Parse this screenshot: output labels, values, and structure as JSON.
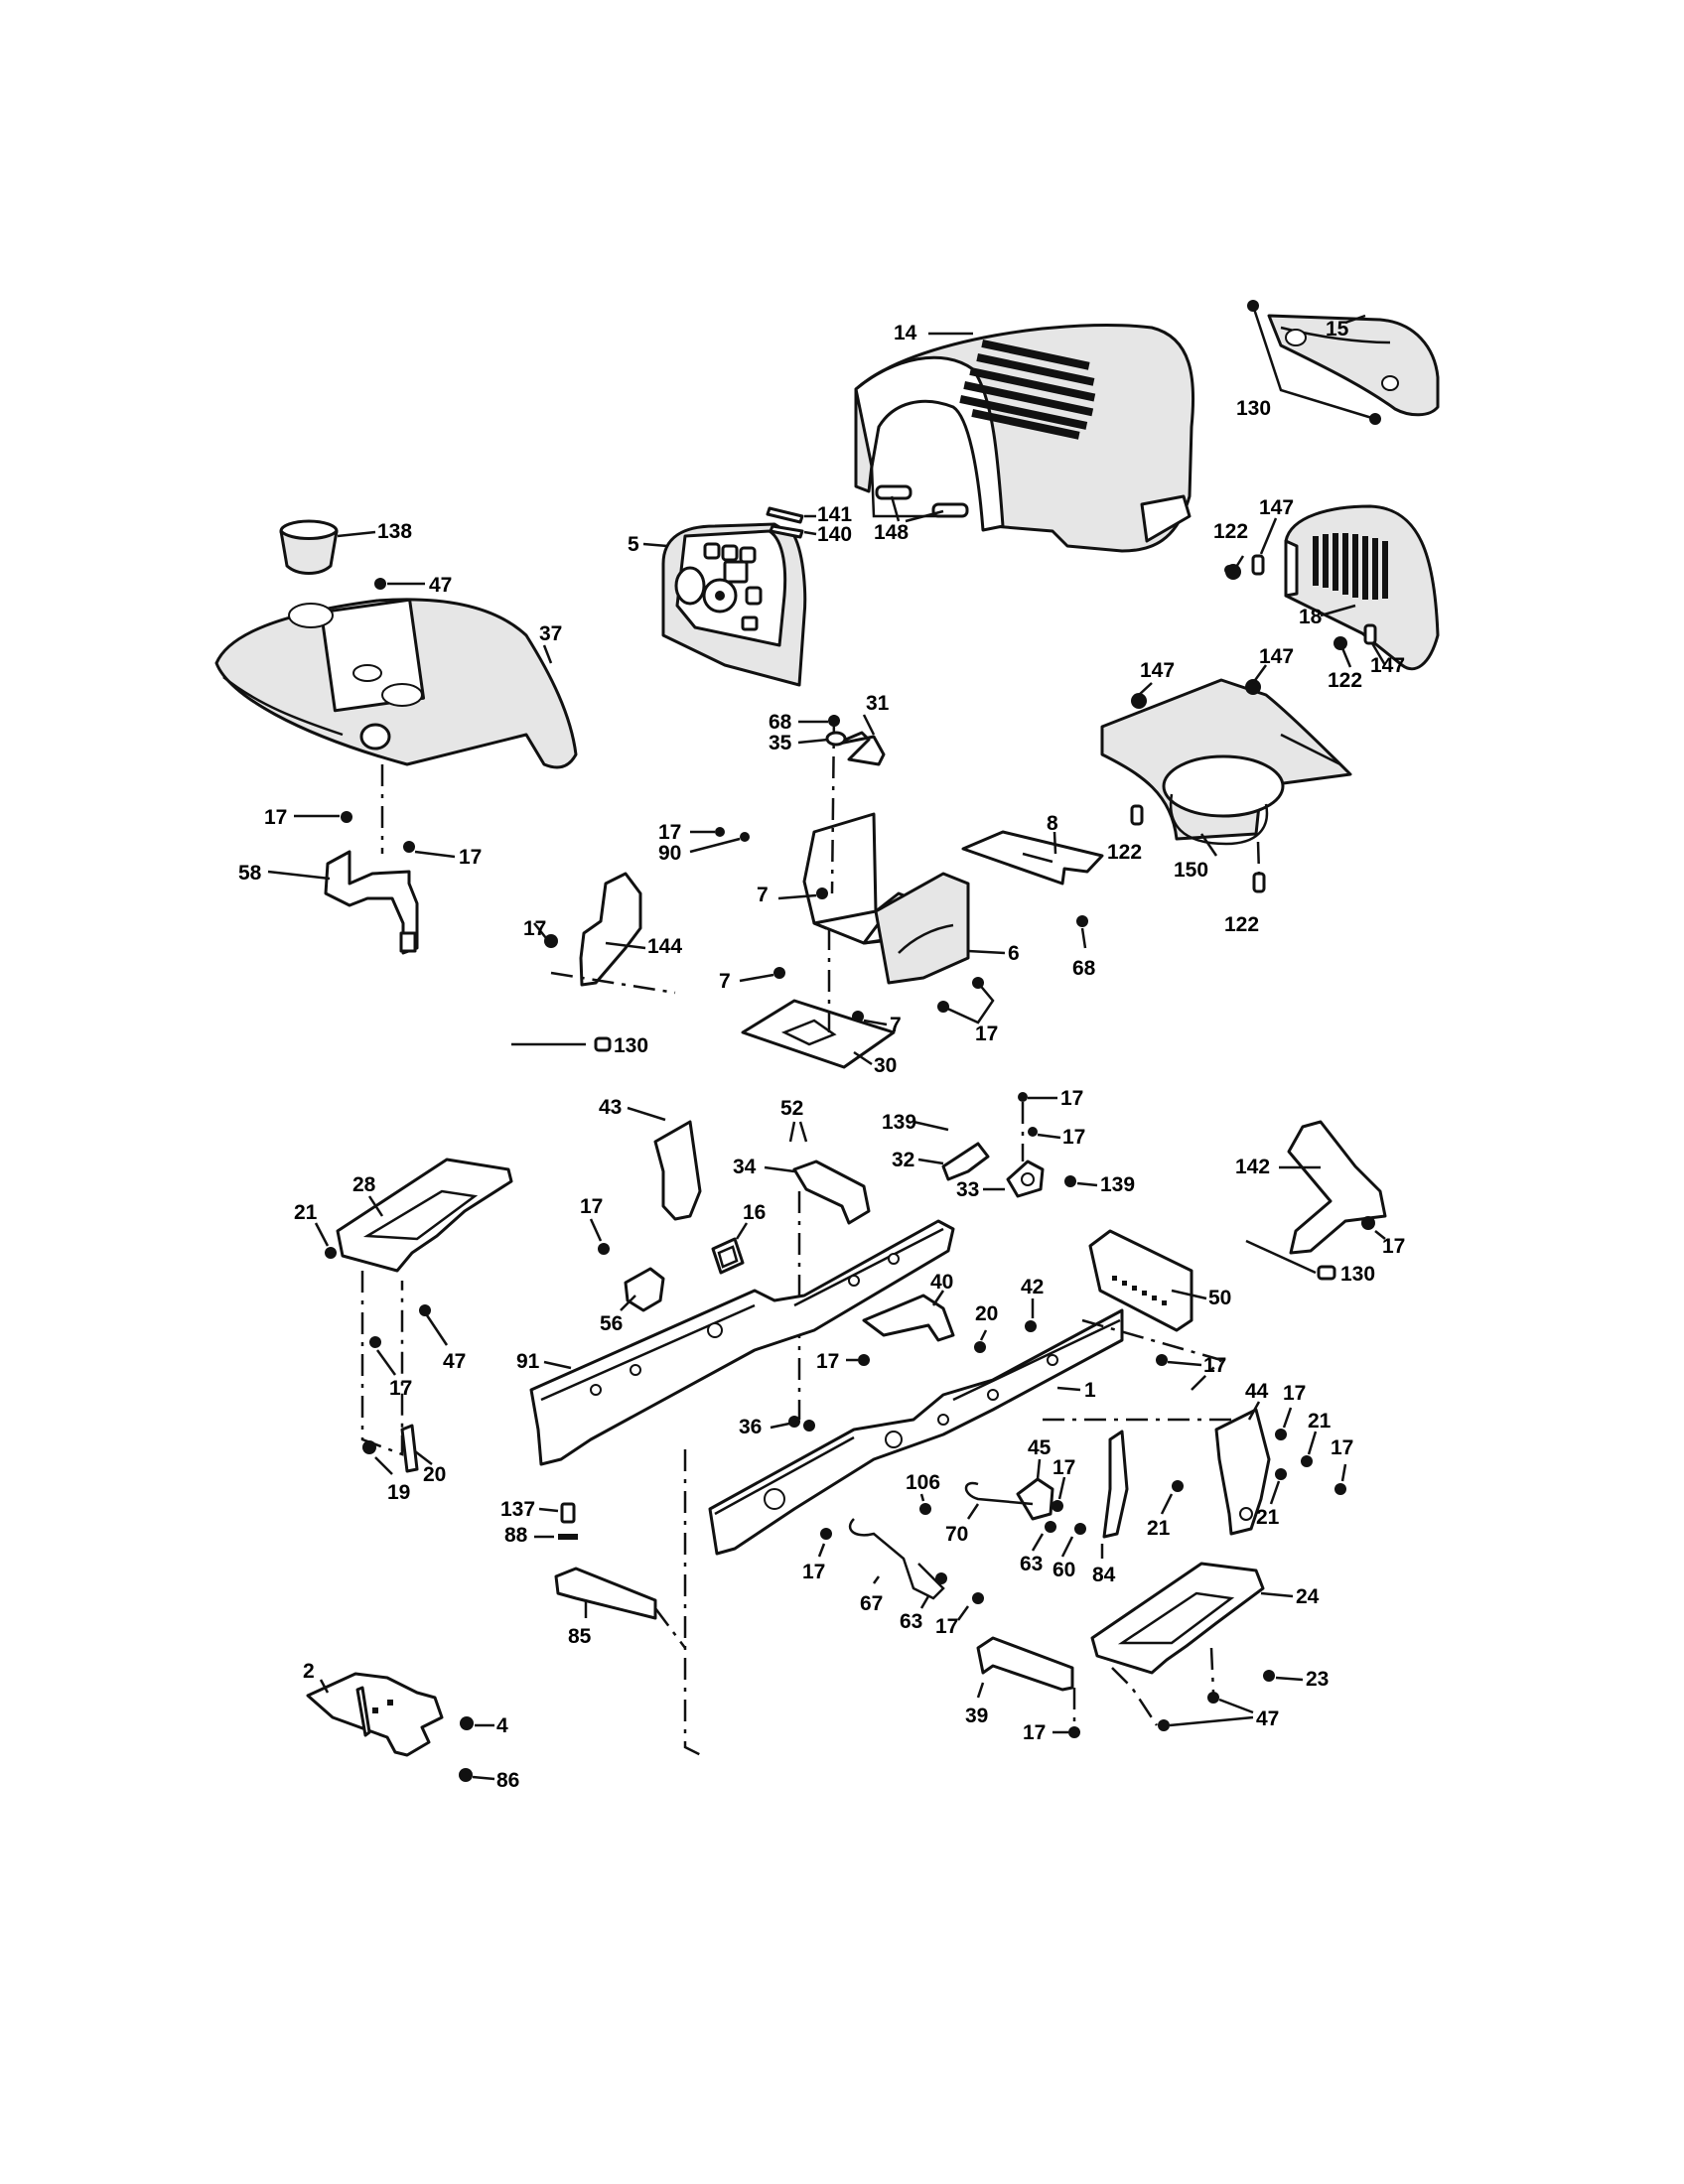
{
  "diagram": {
    "type": "exploded-parts-diagram",
    "callouts": {
      "c1": "1",
      "c2": "2",
      "c4": "4",
      "c5": "5",
      "c6": "6",
      "c7": "7",
      "c8": "8",
      "c14": "14",
      "c15": "15",
      "c16": "16",
      "c17": "17",
      "c18": "18",
      "c19": "19",
      "c20": "20",
      "c21": "21",
      "c23": "23",
      "c24": "24",
      "c28": "28",
      "c30": "30",
      "c31": "31",
      "c32": "32",
      "c33": "33",
      "c34": "34",
      "c35": "35",
      "c36": "36",
      "c37": "37",
      "c39": "39",
      "c40": "40",
      "c42": "42",
      "c43": "43",
      "c44": "44",
      "c45": "45",
      "c47": "47",
      "c50": "50",
      "c52": "52",
      "c56": "56",
      "c58": "58",
      "c60": "60",
      "c63": "63",
      "c67": "67",
      "c68": "68",
      "c70": "70",
      "c84": "84",
      "c85": "85",
      "c86": "86",
      "c88": "88",
      "c90": "90",
      "c91": "91",
      "c106": "106",
      "c122": "122",
      "c130": "130",
      "c137": "137",
      "c138": "138",
      "c139": "139",
      "c140": "140",
      "c141": "141",
      "c142": "142",
      "c144": "144",
      "c147": "147",
      "c148": "148",
      "c150": "150"
    }
  }
}
